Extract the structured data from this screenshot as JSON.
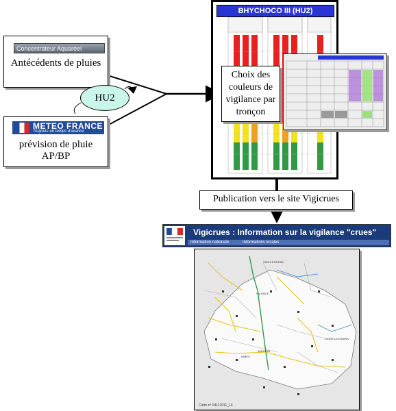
{
  "sources": {
    "antecedents": {
      "logo": "Concentrateur Aquaréel",
      "label": "Antécédents de pluies"
    },
    "prevision": {
      "logo_title": "METEO FRANCE",
      "logo_tagline": "Toujours un temps d'avance",
      "label": "prévision de pluie AP/BP"
    },
    "model_bubble": "HU2"
  },
  "bhychoco": {
    "title": "BHYCHOCO III (HU2)",
    "choix": "Choix des couleurs de vigilance par tronçon"
  },
  "publication": "Publication vers le site Vigicrues",
  "vigicrues": {
    "title": "Vigicrues : Information sur la vigilance \"crues\"",
    "nav": [
      "Information nationale",
      "Informations locales"
    ]
  },
  "map": {
    "caption": "Carte n° 04112011_16",
    "cities": [
      "SAINT-ETIENNE",
      "VALENCE",
      "NIMES",
      "AVIGNON",
      "DIGNE-LES-BAINS"
    ]
  },
  "colors": {
    "vigilance_red": "#e8201e",
    "vigilance_orange": "#f0a020",
    "vigilance_yellow": "#f4e21c",
    "vigilance_green": "#2f9b45",
    "title_blue": "#2a35d6"
  }
}
